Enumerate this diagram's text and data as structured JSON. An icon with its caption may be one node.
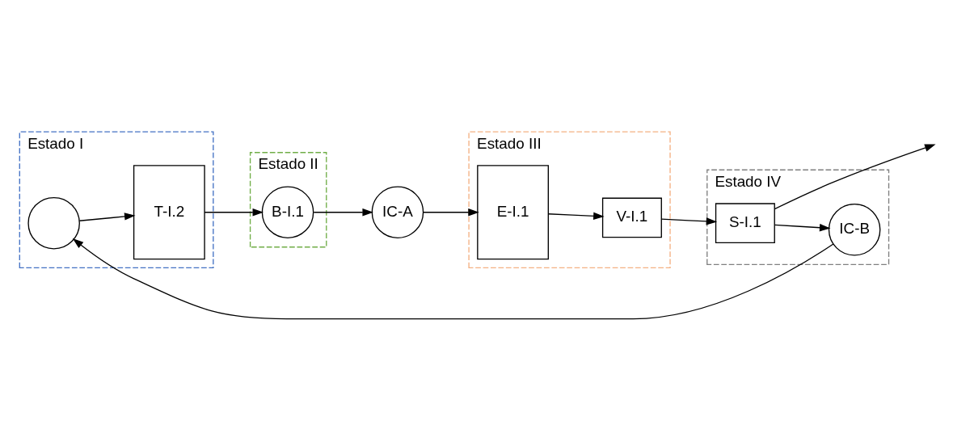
{
  "diagram": {
    "nodes": [
      {
        "text": [
          "Estado I"
        ]
      },
      {
        "text": [],
        "shape": "circle",
        "in": 0
      },
      {
        "text": [
          "T-I.2"
        ],
        "in": 0
      },
      {
        "text": [
          "Estado IV"
        ]
      },
      {
        "text": [
          "IC-B"
        ],
        "in": 3
      },
      {
        "text": [
          "S-I.1"
        ],
        "in": 3
      },
      {
        "text": [
          "Estado III"
        ]
      },
      {
        "text": [
          "V-I.1"
        ],
        "in": 6
      },
      {
        "text": [
          "E-I.1"
        ],
        "in": 6
      },
      {
        "text": [
          "Estado II"
        ]
      },
      {
        "text": [
          "B-I.1"
        ],
        "in": 9
      },
      {
        "text": [
          "IC-A"
        ]
      }
    ],
    "edges": [
      {
        "from": 5,
        "to": 4,
        "arrow": "to"
      },
      {
        "from": 4,
        "to": 1,
        "arrow": "to"
      },
      {
        "from": 1,
        "to": 2,
        "arrow": "to"
      },
      {
        "from": 2,
        "to": 10,
        "arrow": "to"
      },
      {
        "from": 10,
        "to": 11,
        "arrow": "to"
      },
      {
        "from": 11,
        "to": 8,
        "arrow": "to"
      },
      {
        "from": 8,
        "to": 7,
        "arrow": "to"
      },
      {
        "from": 7,
        "to": 5,
        "arrow": "to"
      },
      {
        "from": 5,
        "to": null,
        "arrow": "to"
      }
    ]
  }
}
